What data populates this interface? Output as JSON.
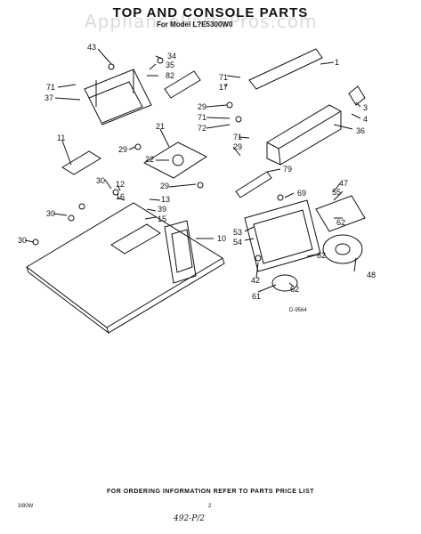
{
  "header": {
    "title": "TOP AND CONSOLE PARTS",
    "model_line": "For Model L?E5300W0",
    "watermark": "AppliancePartsPros.com"
  },
  "diagram_code": "D-9564",
  "footer": {
    "note": "FOR ORDERING INFORMATION REFER TO PARTS PRICE LIST",
    "left_code": "3/80W",
    "page": "2",
    "handwritten": "492-P/2"
  },
  "part_numbers": [
    "43",
    "34",
    "35",
    "82",
    "71",
    "37",
    "1",
    "71",
    "17",
    "3",
    "4",
    "36",
    "29",
    "71",
    "72",
    "71",
    "29",
    "79",
    "21",
    "22",
    "29",
    "11",
    "30",
    "12",
    "16",
    "13",
    "39",
    "15",
    "10",
    "29",
    "69",
    "47",
    "55",
    "53",
    "54",
    "30",
    "30",
    "62",
    "62",
    "48",
    "42",
    "62",
    "61"
  ]
}
